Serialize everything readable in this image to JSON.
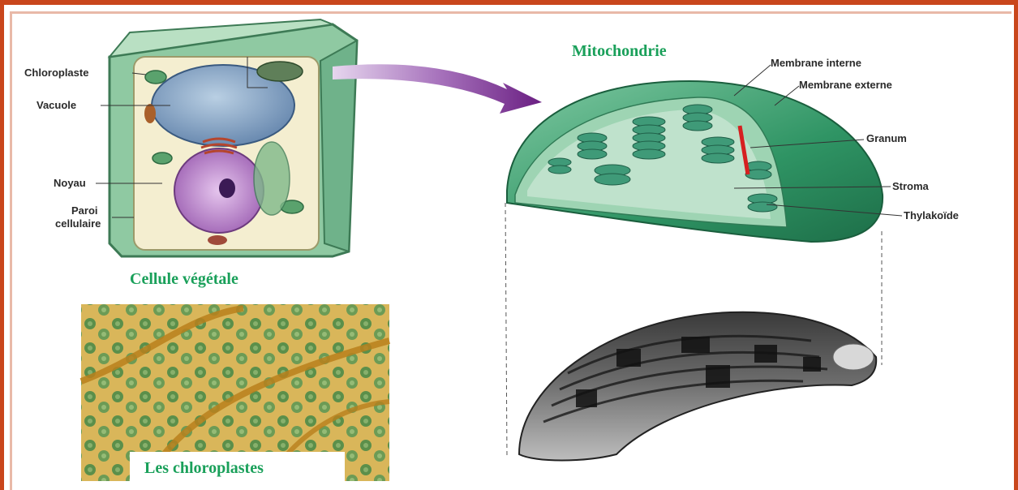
{
  "titles": {
    "mitochondrie": "Mitochondrie",
    "cellule_vegetale": "Cellule végétale",
    "chloroplastes": "Les chloroplastes"
  },
  "cell_labels": {
    "chloroplaste": "Chloroplaste",
    "vacuole": "Vacuole",
    "noyau": "Noyau",
    "paroi_line1": "Paroi",
    "paroi_line2": "cellulaire"
  },
  "organelle_labels": {
    "membrane_interne": "Membrane interne",
    "membrane_externe": "Membrane externe",
    "granum": "Granum",
    "stroma": "Stroma",
    "thylakoide": "Thylakoïde"
  },
  "colors": {
    "frame": "#c9461c",
    "title_green": "#1aa05a",
    "arrow_purple": "#7a2f8f"
  }
}
